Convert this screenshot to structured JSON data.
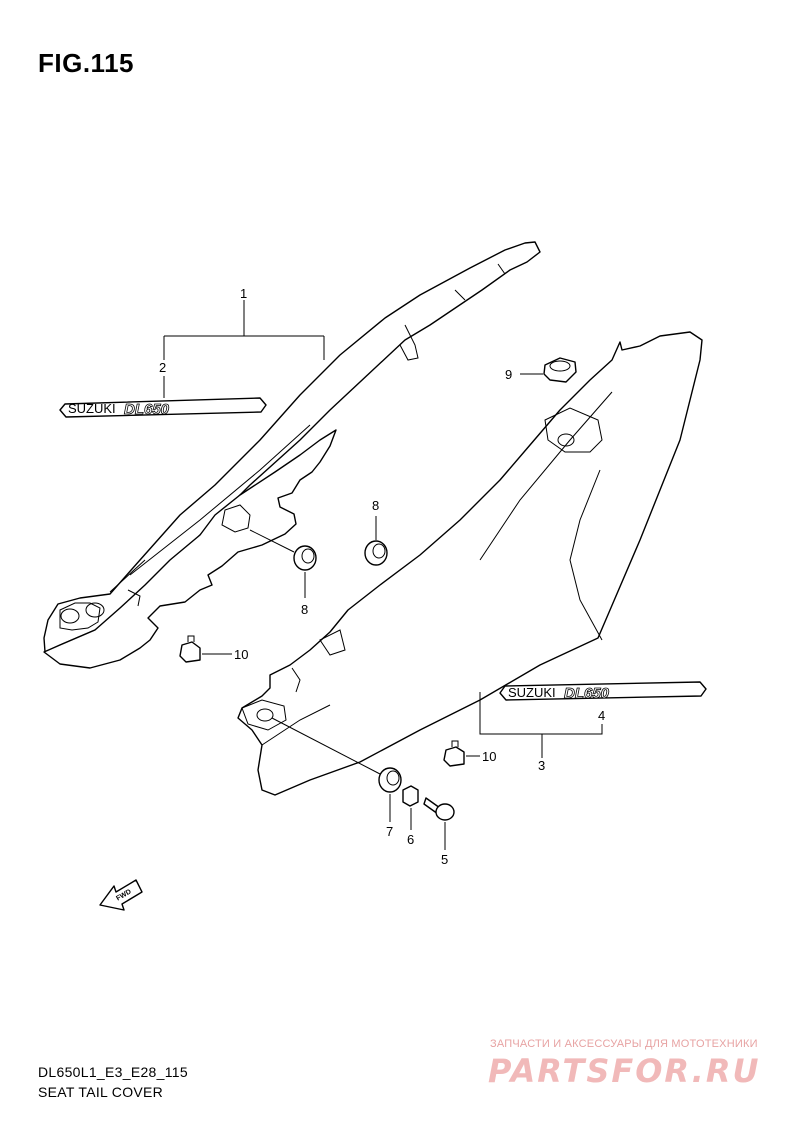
{
  "figure": {
    "title": "FIG.115"
  },
  "callouts": [
    "1",
    "2",
    "3",
    "4",
    "5",
    "6",
    "7",
    "8",
    "8",
    "9",
    "10",
    "10"
  ],
  "decals": {
    "brand": "SUZUKI",
    "model": "DL650"
  },
  "direction_tag": "FWD",
  "footer": {
    "model_code": "DL650L1_E3_E28_115",
    "caption": "SEAT TAIL COVER"
  },
  "watermark": {
    "line1": "ЗАПЧАСТИ И АКСЕССУАРЫ ДЛЯ МОТОТЕХНИКИ",
    "logo": "PARTSFOR.RU"
  }
}
